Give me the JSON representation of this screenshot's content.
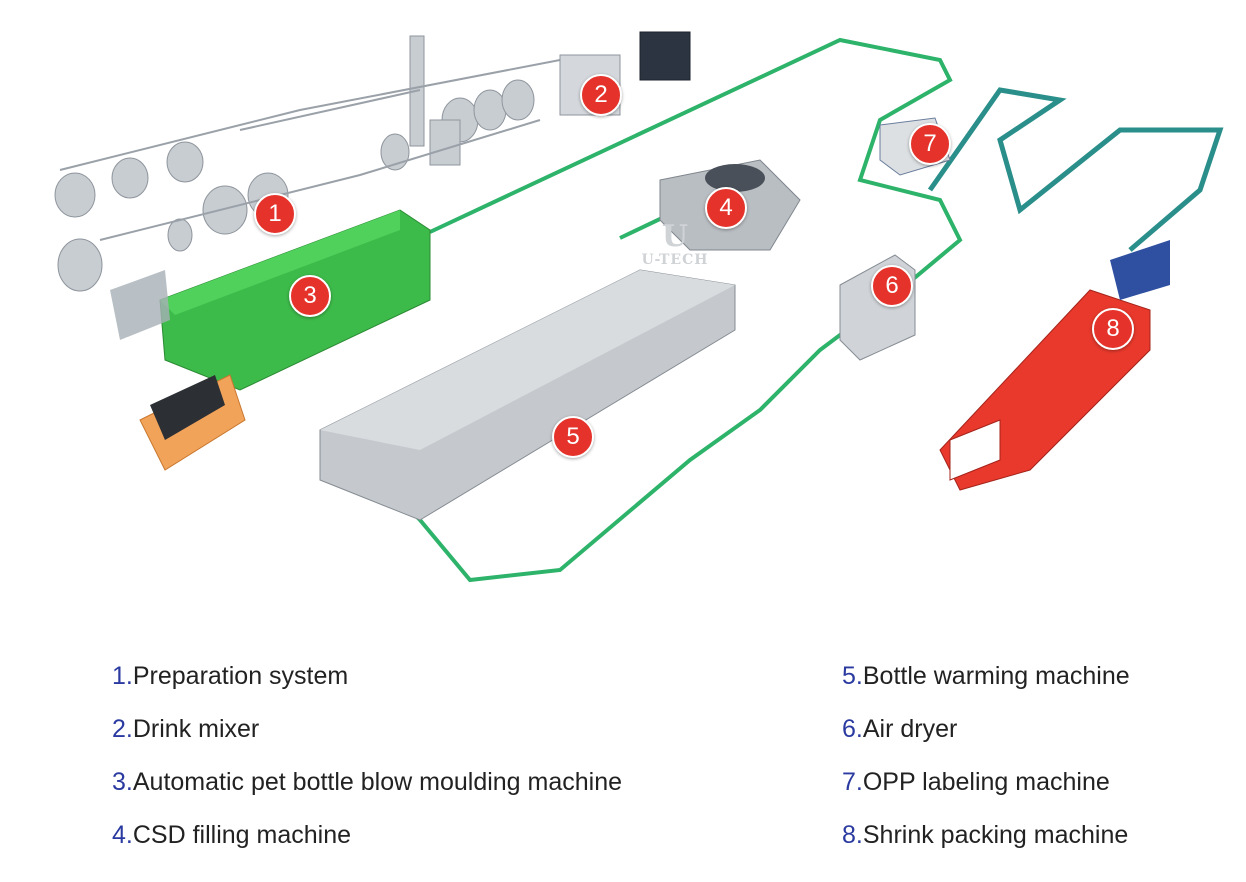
{
  "markers": [
    "1",
    "2",
    "3",
    "4",
    "5",
    "6",
    "7",
    "8"
  ],
  "watermark": {
    "logo": "U",
    "text": "U-TECH"
  },
  "legend": [
    {
      "num": "1.",
      "label": "Preparation system"
    },
    {
      "num": "2.",
      "label": "Drink mixer"
    },
    {
      "num": "3.",
      "label": "Automatic pet bottle blow moulding machine"
    },
    {
      "num": "4.",
      "label": "CSD filling machine"
    },
    {
      "num": "5.",
      "label": "Bottle warming machine"
    },
    {
      "num": "6.",
      "label": "Air dryer"
    },
    {
      "num": "7.",
      "label": "OPP labeling machine"
    },
    {
      "num": "8.",
      "label": "Shrink packing machine"
    }
  ],
  "colors": {
    "marker": "#e5322b",
    "conveyor": "#2db36a",
    "blow_moulder": "#3dbb4a",
    "packer": "#e8392c",
    "legend_number": "#2a3aa0",
    "steel": "#b9bec3"
  }
}
